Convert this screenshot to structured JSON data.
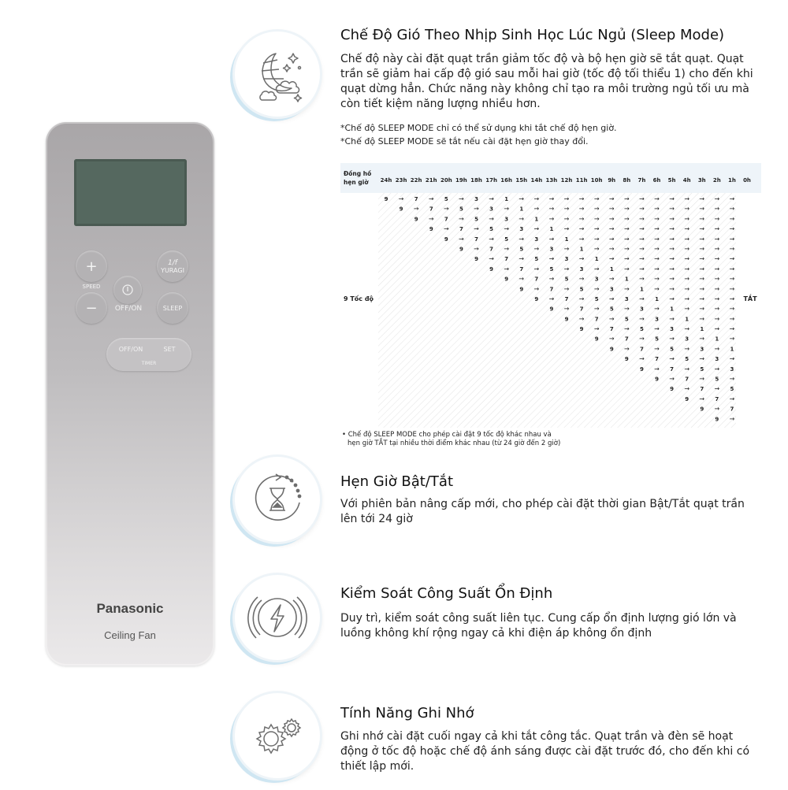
{
  "remote": {
    "brand": "Panasonic",
    "model": "Ceiling Fan",
    "buttons": {
      "plus": "+",
      "minus": "−",
      "speed": "SPEED",
      "power_icon": "i",
      "off_on": "OFF/ON",
      "yuragi_icon": "1/f",
      "yuragi": "YURAGI",
      "sleep": "SLEEP",
      "timer_off_on": "OFF/ON",
      "timer_set": "SET",
      "timer": "TIMER"
    }
  },
  "features": [
    {
      "title": "Chế Độ Gió Theo Nhịp Sinh Học Lúc Ngủ (Sleep Mode)",
      "lines": [
        "Chế độ này cài đặt quạt trần giảm tốc độ và bộ hẹn giờ sẽ tắt quạt. Quạt",
        "trần sẽ giảm hai cấp độ gió sau mỗi hai giờ (tốc độ tối thiểu 1) cho đến khi",
        "quạt dừng hẳn. Chức năng này không chỉ tạo ra môi trường ngủ tối ưu mà",
        "còn tiết kiệm năng lượng nhiều hơn."
      ],
      "notes": [
        "*Chế độ SLEEP MODE chỉ có thể sử dụng khi tắt chế độ hẹn giờ.",
        "*Chế độ SLEEP MODE sẽ tắt nếu cài đặt hẹn giờ thay đổi."
      ]
    },
    {
      "title": "Hẹn Giờ Bật/Tắt",
      "lines": [
        "Với phiên bản nâng cấp mới, cho phép cài đặt thời gian Bật/Tắt quạt trần",
        "lên tới 24 giờ"
      ]
    },
    {
      "title": "Kiểm Soát Công Suất Ổn Định",
      "lines": [
        "Duy trì, kiểm soát công suất liên tục. Cung cấp ổn định lượng gió lớn và",
        "luồng không khí rộng ngay cả khi  điện áp không ổn định"
      ]
    },
    {
      "title": "Tính Năng Ghi Nhớ",
      "lines": [
        "Ghi nhớ cài đặt cuối ngay cả khi tắt công tắc. Quạt trần và đèn sẽ  hoạt",
        "động ở tốc độ hoặc chế độ ánh sáng được cài đặt trước đó, cho đến khi có",
        "thiết lập mới."
      ]
    }
  ],
  "sleep_table": {
    "header_label_1": "Đồng hồ",
    "header_label_2": "hẹn giờ",
    "hours": [
      "24h",
      "23h",
      "22h",
      "21h",
      "20h",
      "19h",
      "18h",
      "17h",
      "16h",
      "15h",
      "14h",
      "13h",
      "12h",
      "11h",
      "10h",
      "9h",
      "8h",
      "7h",
      "6h",
      "5h",
      "4h",
      "3h",
      "2h",
      "1h",
      "0h"
    ],
    "row_label": "9 Tốc độ",
    "end_label": "TẮT",
    "speed_sequence": [
      "9",
      "→",
      "7",
      "→",
      "5",
      "→",
      "3",
      "→",
      "1"
    ],
    "arrow": "→",
    "footnote_1": "• Chế độ SLEEP MODE cho phép cài đặt 9 tốc độ khác nhau và",
    "footnote_2": "hẹn giờ TẮT tại nhiều thời điểm khác nhau (từ 24 giờ đến 2 giờ)"
  },
  "icons": [
    "moon-stars-cloud-icon",
    "hourglass-cycle-icon",
    "lightning-bolt-icon",
    "gears-icon"
  ],
  "colors": {
    "icon_ring": "#cfe6f2",
    "icon_stroke": "#6d6d6d",
    "remote_body": "#bdbbbd",
    "lcd": "#55685f"
  }
}
